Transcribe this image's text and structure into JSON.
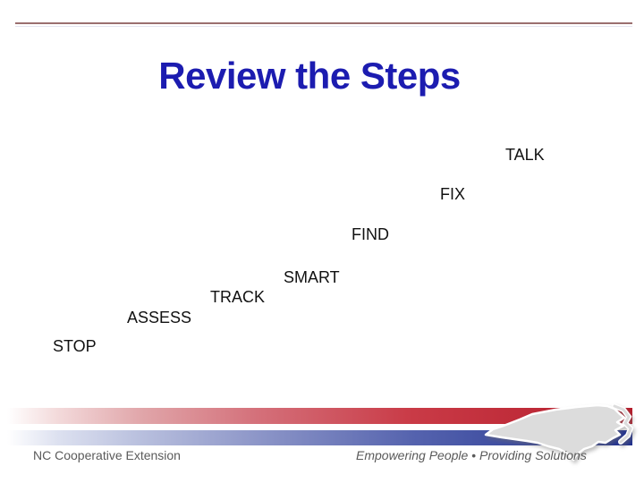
{
  "slide": {
    "title": "Review the Steps",
    "title_color": "#1c1cb0",
    "top_rule_color": "#9b6f6f",
    "background_color": "#ffffff"
  },
  "steps": [
    {
      "label": "TALK"
    },
    {
      "label": "FIX"
    },
    {
      "label": "FIND"
    },
    {
      "label": "SMART"
    },
    {
      "label": "TRACK"
    },
    {
      "label": "ASSESS"
    },
    {
      "label": "STOP"
    }
  ],
  "footer": {
    "org_name": "NC Cooperative Extension",
    "tagline": "Empowering People • Providing Solutions",
    "stripe_red_color": "#b51d2c",
    "stripe_blue_color": "#20308e",
    "map_fill_color": "#dcdcdc",
    "text_color": "#5a5a5a",
    "map_icon": "north-carolina-state-silhouette"
  }
}
